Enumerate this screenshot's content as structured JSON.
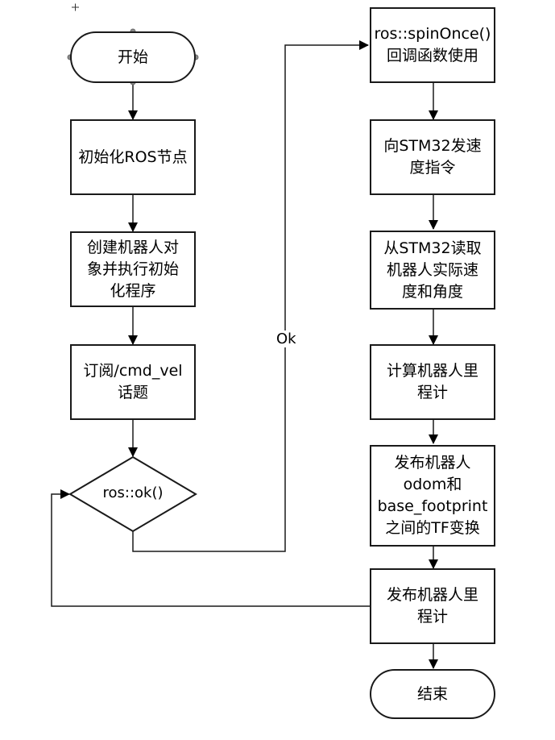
{
  "nodes": {
    "start": "开始",
    "init_ros": "初始化ROS节点",
    "create_robot": "创建机器人对\n象并执行初始\n化程序",
    "subscribe": "订阅/cmd_vel\n话题",
    "decision": "ros::ok()",
    "spin_once": "ros::spinOnce()\n回调函数使用",
    "send_cmd": "向STM32发速\n度指令",
    "read_stm32": "从STM32读取\n机器人实际速\n度和角度",
    "calc_odom": "计算机器人里\n程计",
    "publish_tf": "发布机器人\nodom和\nbase_footprint\n之间的TF变换",
    "publish_odom": "发布机器人里\n程计",
    "end": "结束"
  },
  "edges": {
    "ok_label": "Ok"
  }
}
